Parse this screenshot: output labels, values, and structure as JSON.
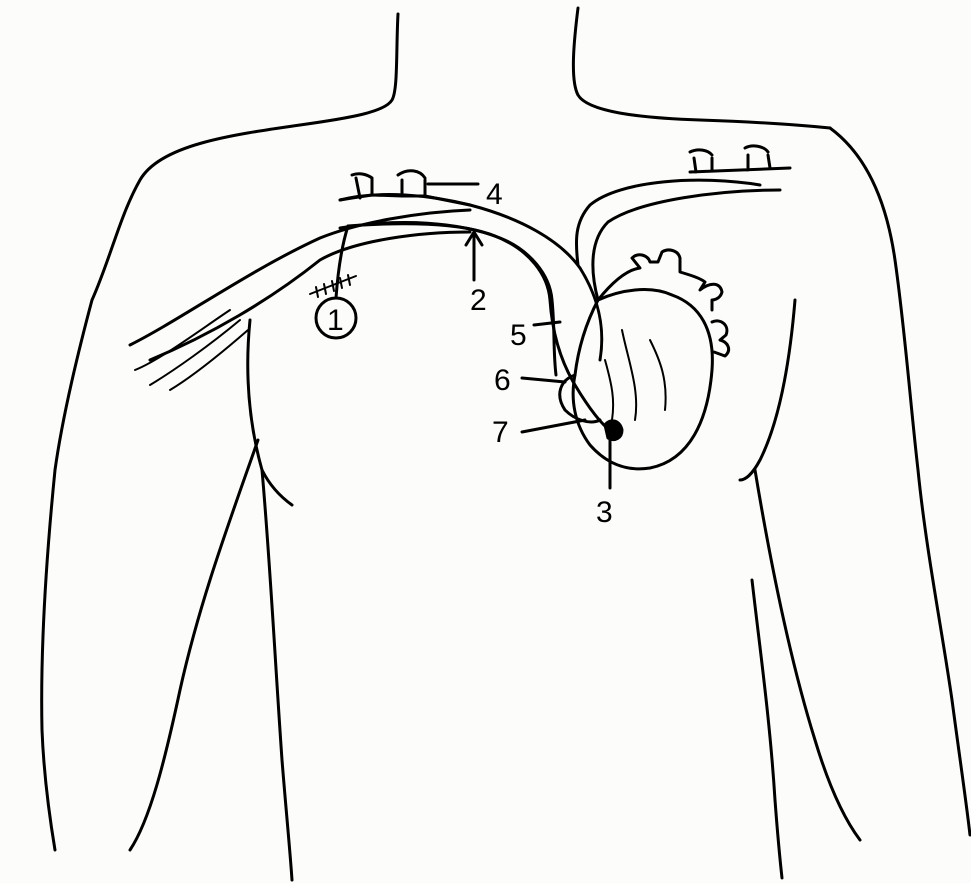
{
  "diagram": {
    "labels": {
      "one": "1",
      "two": "2",
      "three": "3",
      "four": "4",
      "five": "5",
      "six": "6",
      "seven": "7"
    }
  },
  "colors": {
    "ink": "#000000",
    "paper": "#fcfcfa"
  }
}
